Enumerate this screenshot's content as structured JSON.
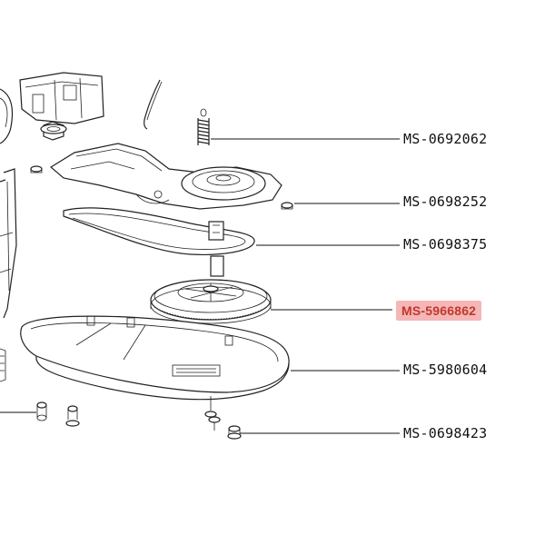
{
  "diagram": {
    "parts": [
      {
        "id": "spring",
        "ref": "MS-0692062",
        "highlighted": false
      },
      {
        "id": "screw",
        "ref": "MS-0698252",
        "highlighted": false
      },
      {
        "id": "belt",
        "ref": "MS-0698375",
        "highlighted": false
      },
      {
        "id": "pulley-gear",
        "ref": "MS-5966862",
        "highlighted": true
      },
      {
        "id": "base-housing",
        "ref": "MS-5980604",
        "highlighted": false
      },
      {
        "id": "foot",
        "ref": "MS-0698423",
        "highlighted": false
      }
    ],
    "colors": {
      "line": "#222222",
      "highlight_fill": "#f4b6b6",
      "highlight_text": "#c0392b"
    }
  }
}
